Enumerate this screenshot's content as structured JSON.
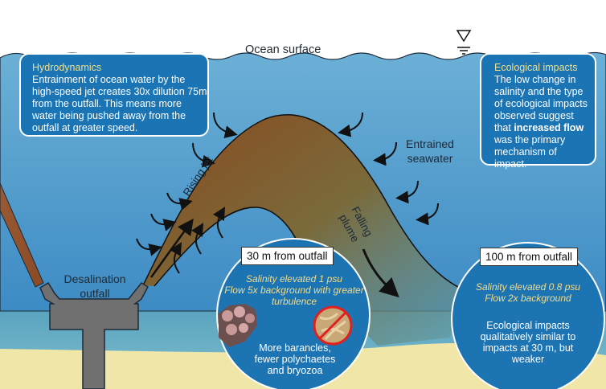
{
  "ocean_surface_label": "Ocean surface",
  "hydrodynamics": {
    "title": "Hydrodynamics",
    "text": "Entrainment of ocean water by the high-speed jet creates 30x dilution 75m from the outfall. This means more water being pushed away from the outfall at greater speed."
  },
  "ecological": {
    "title": "Ecological impacts",
    "text_before": "The low change in salinity and the type of ecological impacts observed suggest that ",
    "text_bold": "increased flow",
    "text_after": " was the primary mechanism of impact."
  },
  "entrained_label": "Entrained seawater",
  "rising_jet_label": "Rising jet",
  "falling_plume_label": "Falling plume",
  "outfall_label": "Desalination outfall",
  "site_30": {
    "tag": "30 m from outfall",
    "line1": "Salinity elevated 1 psu",
    "line2": "Flow 5x background with greater turbulence",
    "impact": "More barancles, fewer polychaetes and bryozoa"
  },
  "site_100": {
    "tag": "100 m from outfall",
    "line1": "Salinity elevated 0.8 psu",
    "line2": "Flow 2x background",
    "impact": "Ecological impacts qualitatively similar to impacts at 30 m, but weaker"
  },
  "colors": {
    "water_top": "#6cb0d6",
    "water_deep": "#2f80bf",
    "sand": "#efe6a8",
    "plume_brown": "#8a4a1f",
    "box_blue": "#1b74b3",
    "highlight_yellow": "#f1dc8a"
  }
}
